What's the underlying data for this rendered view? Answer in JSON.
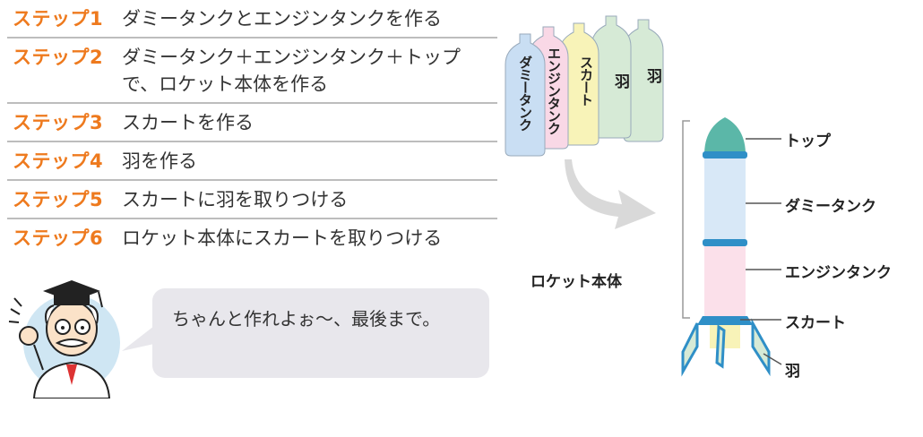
{
  "steps": [
    {
      "label": "ステップ1",
      "text": "ダミータンクとエンジンタンクを作る"
    },
    {
      "label": "ステップ2",
      "text": "ダミータンク＋エンジンタンク＋トップで、ロケット本体を作る"
    },
    {
      "label": "ステップ3",
      "text": "スカートを作る"
    },
    {
      "label": "ステップ4",
      "text": "羽を作る"
    },
    {
      "label": "ステップ5",
      "text": "スカートに羽を取りつける"
    },
    {
      "label": "ステップ6",
      "text": "ロケット本体にスカートを取りつける"
    }
  ],
  "bubble": {
    "text": "ちゃんと作れよぉ〜、最後まで。"
  },
  "bottles": [
    {
      "label": "ダミータンク",
      "color": "#c9def3"
    },
    {
      "label": "エンジンタンク",
      "color": "#f9d8e6"
    },
    {
      "label": "スカート",
      "color": "#f8f3b8"
    },
    {
      "label": "羽",
      "color": "#d6ead6"
    },
    {
      "label": "羽",
      "color": "#d6ead6"
    }
  ],
  "rocket": {
    "body_label": "ロケット本体",
    "parts": {
      "top": "トップ",
      "dummy": "ダミータンク",
      "engine": "エンジンタンク",
      "skirt": "スカート",
      "fin": "羽"
    }
  },
  "colors": {
    "step_label": "#ee7a1e",
    "nose": "#5bb7a8",
    "band": "#2f8fc7",
    "bubble": "#e8e7ec"
  }
}
